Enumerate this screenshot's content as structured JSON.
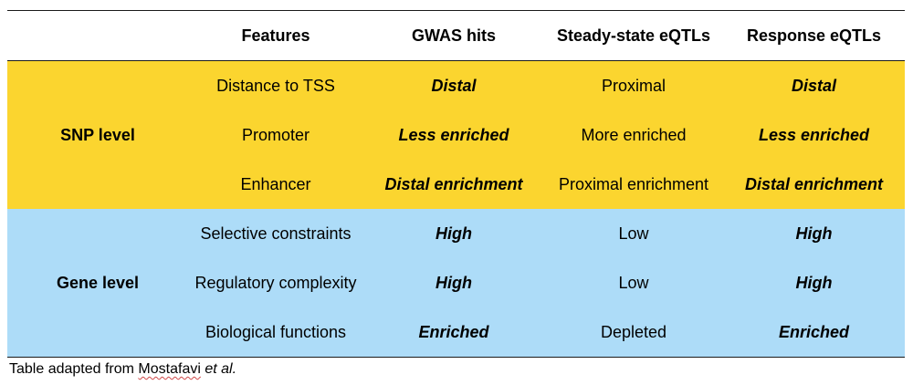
{
  "headers": [
    "",
    "Features",
    "GWAS hits",
    "Steady-state eQTLs",
    "Response eQTLs"
  ],
  "groups": [
    {
      "label": "SNP level",
      "rows": [
        {
          "feature": "Distance to TSS",
          "gwas": "Distal",
          "steady": "Proximal",
          "response": "Distal"
        },
        {
          "feature": "Promoter",
          "gwas": "Less enriched",
          "steady": "More enriched",
          "response": "Less enriched"
        },
        {
          "feature": "Enhancer",
          "gwas": "Distal enrichment",
          "steady": "Proximal enrichment",
          "response": "Distal enrichment"
        }
      ]
    },
    {
      "label": "Gene level",
      "rows": [
        {
          "feature": "Selective constraints",
          "gwas": "High",
          "steady": "Low",
          "response": "High"
        },
        {
          "feature": "Regulatory complexity",
          "gwas": "High",
          "steady": "Low",
          "response": "High"
        },
        {
          "feature": "Biological functions",
          "gwas": "Enriched",
          "steady": "Depleted",
          "response": "Enriched"
        }
      ]
    }
  ],
  "caption": {
    "prefix": "Table adapted from ",
    "author": "Mostafavi",
    "suffix": "et al."
  },
  "colors": {
    "snp_level": "#fbd52f",
    "gene_level": "#addcf8"
  }
}
